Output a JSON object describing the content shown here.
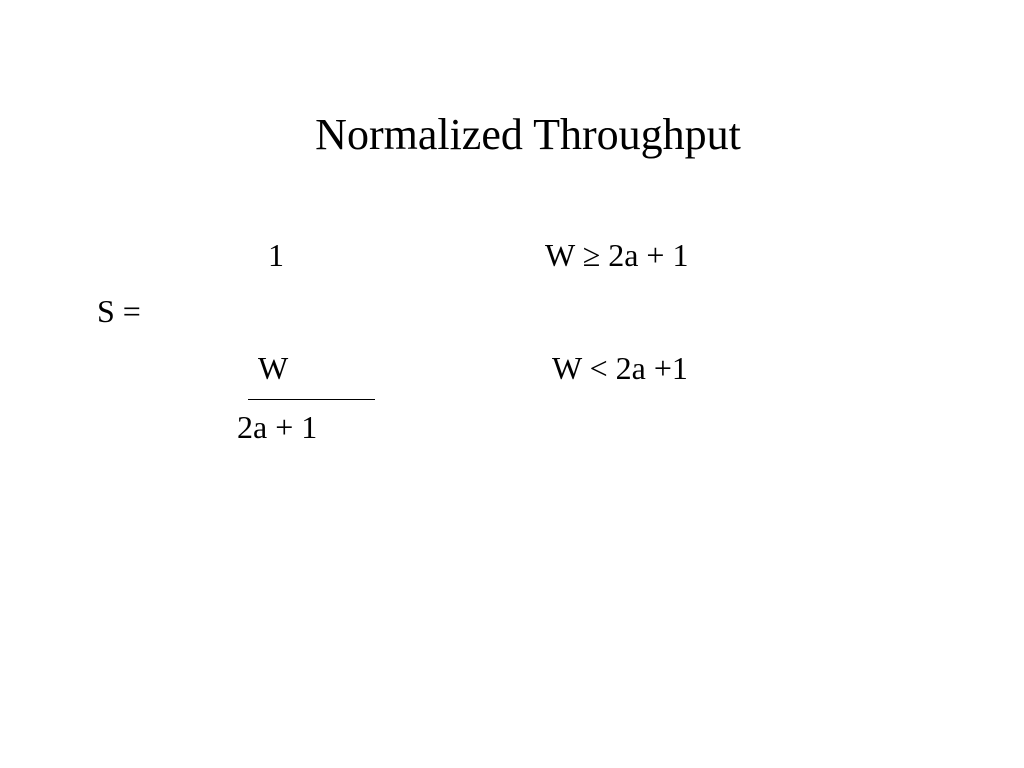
{
  "slide": {
    "title": "Normalized Throughput",
    "formula": {
      "lhs": "S =",
      "case1": {
        "value": "1",
        "condition": "W ≥ 2a + 1"
      },
      "case2": {
        "numerator": "W",
        "denominator": "2a + 1",
        "condition": "W < 2a +1"
      }
    }
  }
}
